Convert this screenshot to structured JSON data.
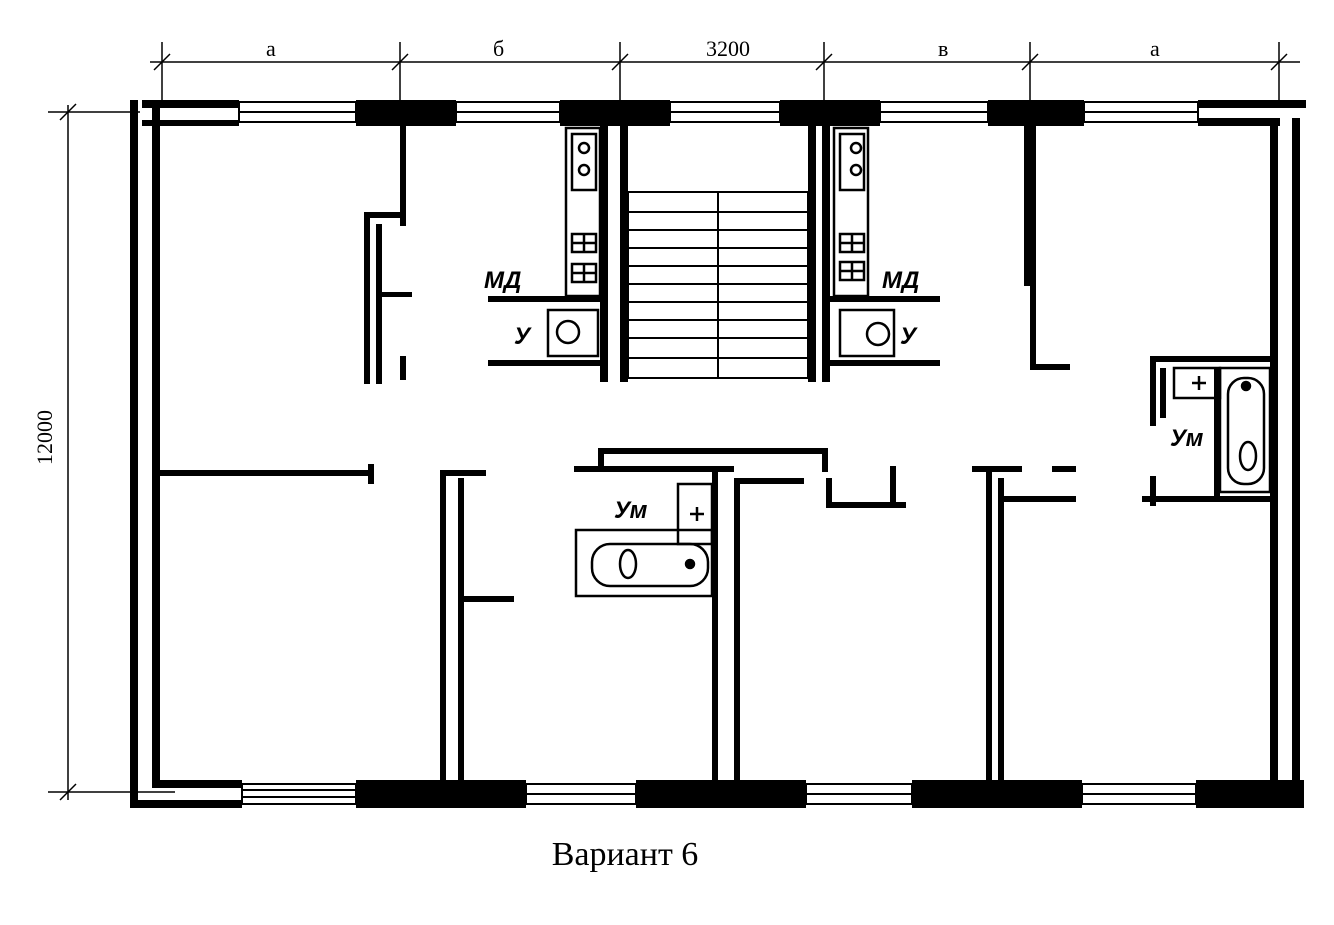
{
  "dimensions": {
    "top": [
      "а",
      "б",
      "3200",
      "в",
      "а"
    ],
    "left": "12000"
  },
  "labels": {
    "md_left": "МД",
    "md_right": "МД",
    "u_left": "У",
    "u_right": "У",
    "um_center": "Ум",
    "um_right": "Ум"
  },
  "caption": "Вариант 6"
}
